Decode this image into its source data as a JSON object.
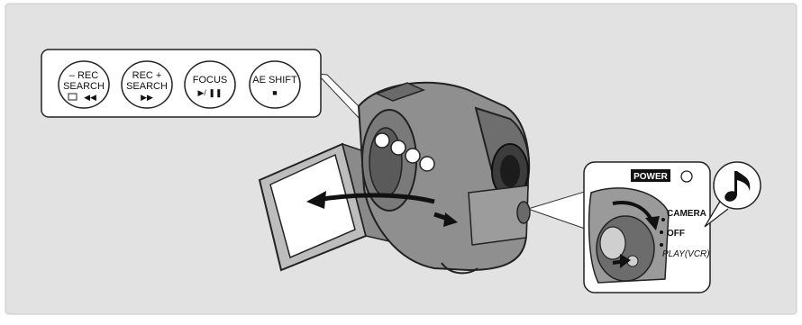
{
  "colors": {
    "background": "#e2e2e2",
    "frame_border": "#9a9a9a",
    "callout_fill": "#ffffff",
    "camera_body": "#8d8d8d",
    "camera_dark": "#4a4a4a",
    "ink": "#111111"
  },
  "buttons_callout": {
    "rec_search_minus": {
      "symbol": "–",
      "line1": "REC",
      "line2": "SEARCH",
      "line3": "◀◀"
    },
    "rec_search_plus": {
      "line1": "REC",
      "symbol": "+",
      "line2": "SEARCH",
      "line3": "▶▶"
    },
    "focus": {
      "line1": "FOCUS",
      "line2": "▶/ ❚❚"
    },
    "ae_shift": {
      "line1": "AE SHIFT",
      "line2": "■"
    }
  },
  "power_callout": {
    "power_label": "POWER",
    "camera_label": "CAMERA",
    "off_label": "OFF",
    "play_label": "PLAY(VCR)"
  },
  "note_icon": "music-note-icon"
}
